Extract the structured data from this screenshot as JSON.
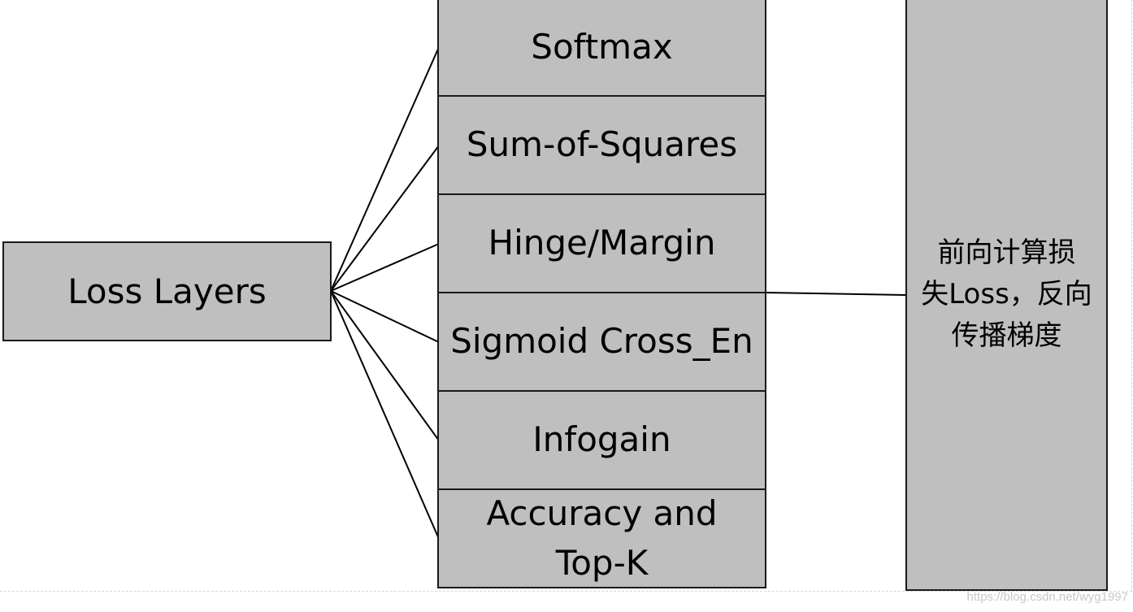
{
  "root": {
    "label": "Loss Layers"
  },
  "items": [
    {
      "label": "Softmax"
    },
    {
      "label": "Sum-of-Squares"
    },
    {
      "label": "Hinge/Margin"
    },
    {
      "label": "Sigmoid Cross_En"
    },
    {
      "label": "Infogain"
    },
    {
      "label": "Accuracy and Top-K",
      "lines": [
        "Accuracy and",
        "Top-K"
      ]
    }
  ],
  "side_note": {
    "lines": [
      "前向计算损",
      "失Loss，反向",
      "传播梯度"
    ]
  },
  "watermark": "https://blog.csdn.net/wyg1997",
  "colors": {
    "box_fill": "#bfbfbf",
    "border": "#1a1a1a",
    "connector": "#000000"
  }
}
